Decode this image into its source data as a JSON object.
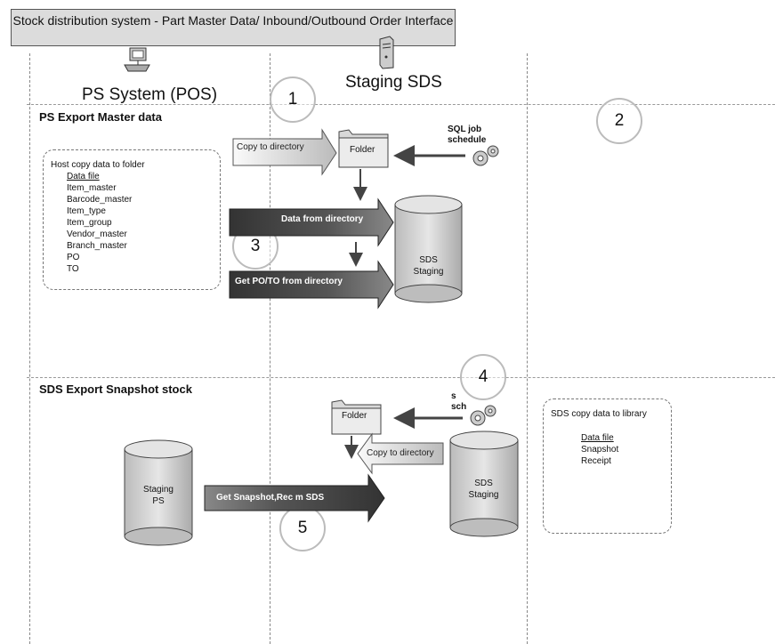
{
  "title": "Stock distribution system - Part Master Data/ Inbound/Outbound Order Interface",
  "lanes": {
    "left": "PS System (POS)",
    "middle": "Staging SDS"
  },
  "sections": {
    "top": "PS  Export Master data",
    "bottom": "SDS  Export Snapshot stock"
  },
  "steps": [
    "1",
    "2",
    "3",
    "4",
    "5"
  ],
  "ps_note": {
    "heading": "Host copy data to folder",
    "subheading": "Data file",
    "items": [
      "Item_master",
      "Barcode_master",
      "Item_type",
      "Item_group",
      "Vendor_master",
      "Branch_master",
      "PO",
      "TO"
    ]
  },
  "sds_note": {
    "heading": "SDS copy data to library",
    "subheading": "Data file",
    "items": [
      "Snapshot",
      "Receipt"
    ]
  },
  "labels": {
    "sql_job": "SQL job schedule",
    "sql_job_partial": "s sch",
    "folder": "Folder",
    "copy_dir": "Copy to directory",
    "data_from_dir": "Data from directory",
    "get_po": "Get PO/TO from directory",
    "get_snapshot": "Get Snapshot,Rec      m SDS",
    "cyl_sds_top": "SDS Staging",
    "cyl_sds_bottom": "SDS Staging",
    "cyl_ps": "Staging PS"
  },
  "icons": [
    "computer-icon",
    "server-icon",
    "gears-icon",
    "folder-icon",
    "database-icon"
  ]
}
